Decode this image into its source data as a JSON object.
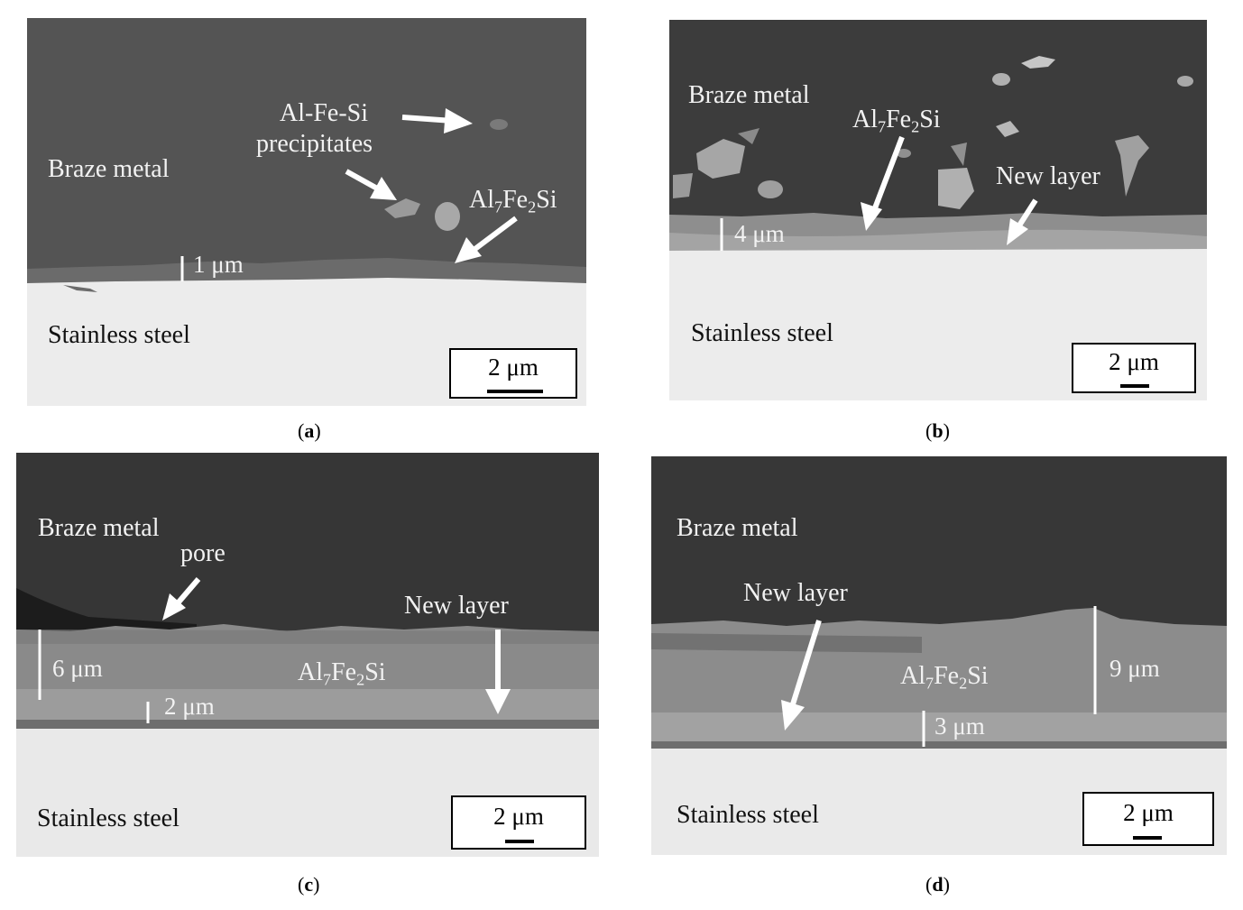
{
  "panels": {
    "a": {
      "caption_open": "(",
      "caption_letter": "a",
      "caption_close": ")",
      "braze": "Braze metal",
      "steel": "Stainless steel",
      "precip_line1": "Al-Fe-Si",
      "precip_line2": "precipitates",
      "phase_al": "Al",
      "phase_sub7": "7",
      "phase_fe": "Fe",
      "phase_sub2": "2",
      "phase_si": "Si",
      "thickness": "1 μm",
      "scale": "2 μm"
    },
    "b": {
      "caption_open": "(",
      "caption_letter": "b",
      "caption_close": ")",
      "braze": "Braze metal",
      "steel": "Stainless steel",
      "phase_al": "Al",
      "phase_sub7": "7",
      "phase_fe": "Fe",
      "phase_sub2": "2",
      "phase_si": "Si",
      "new_layer": "New layer",
      "thickness": "4 μm",
      "scale": "2 μm"
    },
    "c": {
      "caption_open": "(",
      "caption_letter": "c",
      "caption_close": ")",
      "braze": "Braze metal",
      "steel": "Stainless steel",
      "pore": "pore",
      "new_layer": "New layer",
      "phase_al": "Al",
      "phase_sub7": "7",
      "phase_fe": "Fe",
      "phase_sub2": "2",
      "phase_si": "Si",
      "thickness_total": "6 μm",
      "thickness_new": "2 μm",
      "scale": "2 μm"
    },
    "d": {
      "caption_open": "(",
      "caption_letter": "d",
      "caption_close": ")",
      "braze": "Braze metal",
      "steel": "Stainless steel",
      "new_layer": "New layer",
      "phase_al": "Al",
      "phase_sub7": "7",
      "phase_fe": "Fe",
      "phase_sub2": "2",
      "phase_si": "Si",
      "thickness_total": "9 μm",
      "thickness_new": "3 μm",
      "scale": "2 μm"
    }
  },
  "colors": {
    "braze_metal": "#505050",
    "braze_metal_dark": "#3a3a3a",
    "stainless_steel": "#ebebeb",
    "intermetallic_layer": "#8c8c8c",
    "new_layer": "#a6a6a6",
    "label_text": "#f2f2f2"
  }
}
